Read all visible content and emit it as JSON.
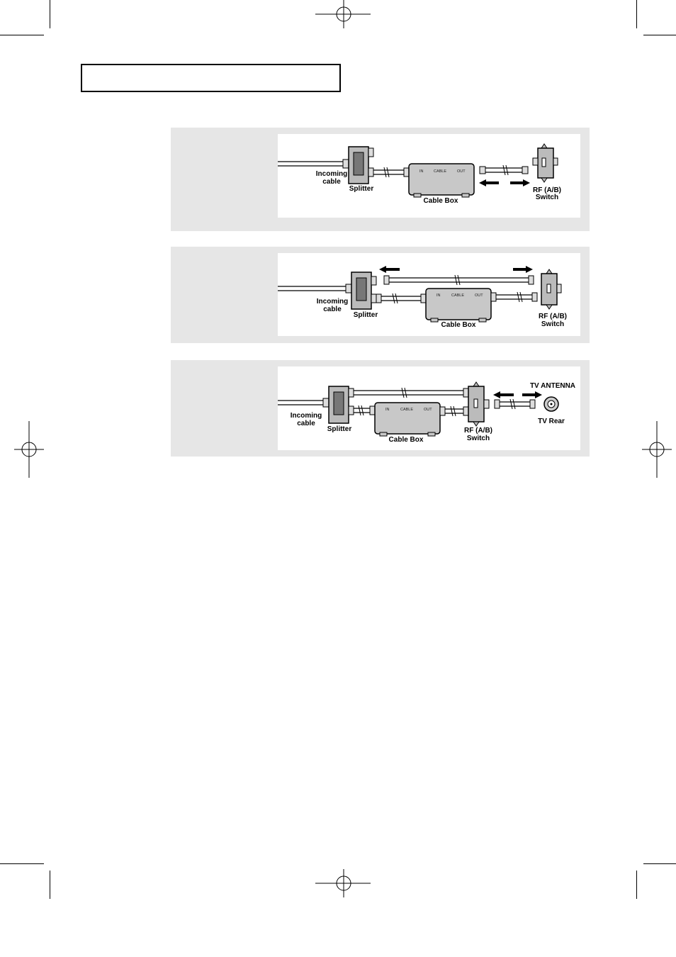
{
  "header": {
    "title": ""
  },
  "diagrams": [
    {
      "labels": {
        "incoming": [
          "Incoming",
          "cable"
        ],
        "splitter": "Splitter",
        "cable_box": "Cable  Box",
        "switch": [
          "RF  (A/B)",
          "Switch"
        ],
        "box_ports": [
          "IN",
          "CABLE",
          "OUT"
        ]
      }
    },
    {
      "labels": {
        "incoming": [
          "Incoming",
          "cable"
        ],
        "splitter": "Splitter",
        "cable_box": "Cable  Box",
        "switch": [
          "RF  (A/B)",
          "Switch"
        ],
        "box_ports": [
          "IN",
          "CABLE",
          "OUT"
        ]
      }
    },
    {
      "labels": {
        "incoming": [
          "Incoming",
          "cable"
        ],
        "splitter": "Splitter",
        "cable_box": "Cable  Box",
        "switch": [
          "RF  (A/B)",
          "Switch"
        ],
        "box_ports": [
          "IN",
          "CABLE",
          "OUT"
        ],
        "antenna": "TV  ANTENNA",
        "tv_rear": "TV  Rear"
      }
    }
  ]
}
